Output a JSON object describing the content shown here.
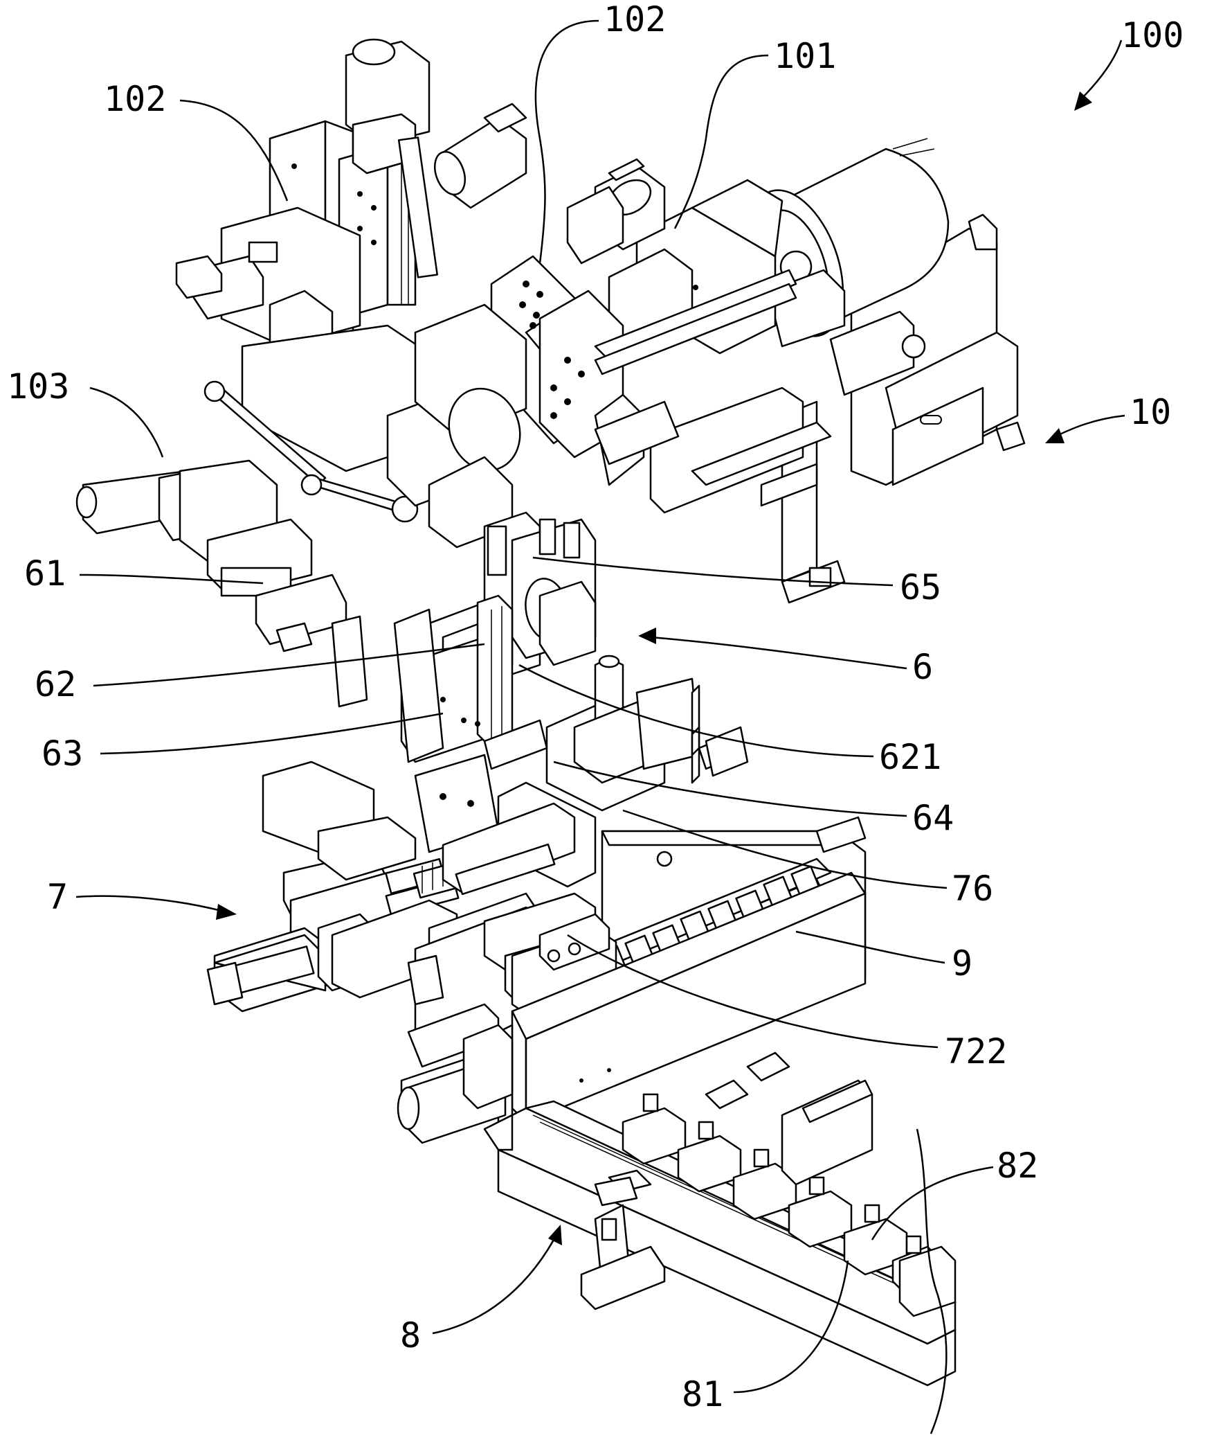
{
  "diagram": {
    "labels": {
      "l100": "100",
      "l102a": "102",
      "l102b": "102",
      "l101": "101",
      "l103": "103",
      "l10": "10",
      "l61": "61",
      "l65": "65",
      "l6": "6",
      "l62": "62",
      "l63": "63",
      "l621": "621",
      "l64": "64",
      "l7": "7",
      "l76": "76",
      "l9": "9",
      "l722": "722",
      "l82": "82",
      "l8": "8",
      "l81": "81"
    }
  }
}
